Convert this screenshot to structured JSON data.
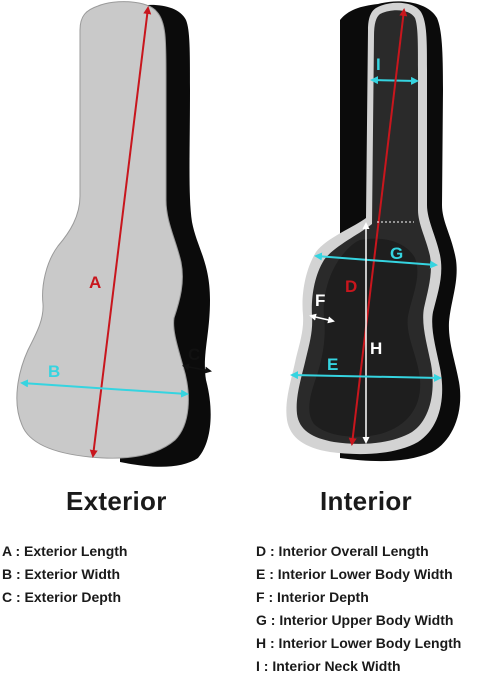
{
  "dimension_labels": {
    "a": "A",
    "b": "B",
    "c": "C",
    "d": "D",
    "e": "E",
    "f": "F",
    "g": "G",
    "h": "H",
    "i": "I"
  },
  "colors": {
    "case_outer": "#0b0b0b",
    "case_exterior_fill": "#c9c9c9",
    "case_interior_fill": "#2a2a2a",
    "case_interior_border": "#cfcfcf",
    "length_line": "#c8161d",
    "width_line": "#35d4e0",
    "depth_line": "#ffffff"
  },
  "headings": {
    "exterior": "Exterior",
    "interior": "Interior"
  },
  "legend_exterior": [
    "A : Exterior Length",
    "B : Exterior Width",
    "C : Exterior Depth"
  ],
  "legend_interior": [
    "D : Interior Overall Length",
    "E : Interior Lower Body Width",
    "F : Interior Depth",
    "G : Interior Upper Body Width",
    "H : Interior Lower Body Length",
    "I : Interior Neck Width"
  ]
}
